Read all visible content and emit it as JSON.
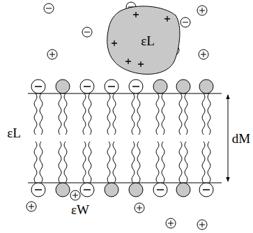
{
  "diagram": {
    "nodes": [
      {
        "text": [
          "εL"
        ]
      }
    ],
    "labels": [
      "εL",
      "εW",
      "dM"
    ]
  }
}
